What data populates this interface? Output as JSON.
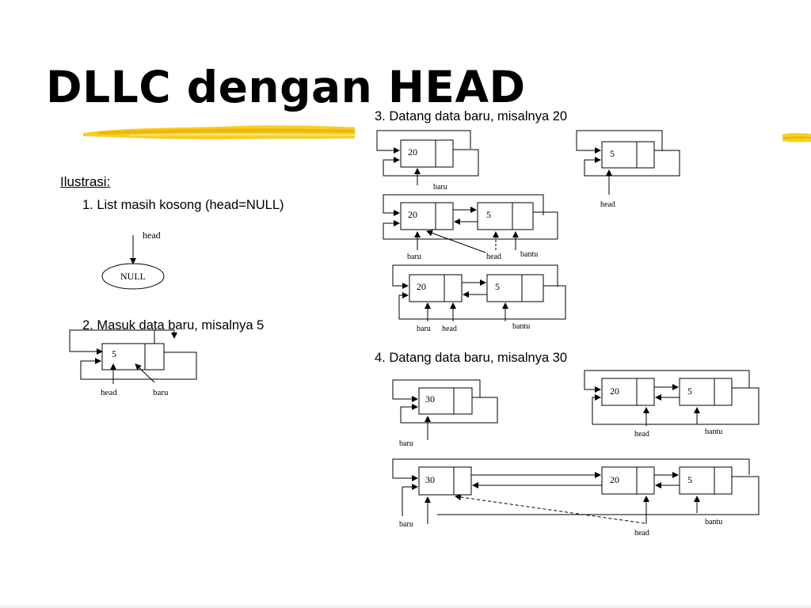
{
  "slide": {
    "title": "DLLC dengan HEAD",
    "illustration_label": "Ilustrasi:",
    "steps": {
      "s1": "1.  List masih kosong (head=NULL)",
      "s2": "2.  Masuk data baru, misalnya 5",
      "s3": "3.  Datang data baru, misalnya 20",
      "s4": "4.  Datang data baru, misalnya 30"
    },
    "accent_color": "#f5c300"
  },
  "diagram": {
    "null_label": "NULL",
    "labels": {
      "head": "head",
      "baru": "baru",
      "bantu": "bantu"
    },
    "values": {
      "v5": "5",
      "v20": "20",
      "v30": "30"
    }
  }
}
